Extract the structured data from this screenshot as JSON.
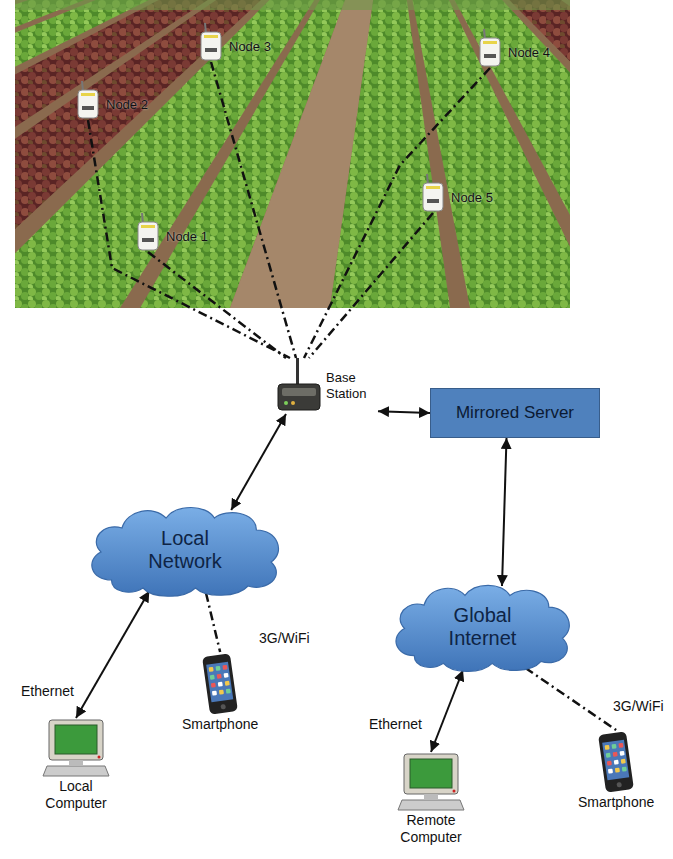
{
  "diagram": {
    "nodes": [
      {
        "text": [
          "Node 1"
        ]
      },
      {
        "text": [
          "Node 2"
        ]
      },
      {
        "text": [
          "Node 3"
        ]
      },
      {
        "text": [
          "Node 4"
        ]
      },
      {
        "text": [
          "Node 5"
        ]
      },
      {
        "text": [
          "Base Station"
        ]
      },
      {
        "text": [
          "Mirrored Server"
        ]
      },
      {
        "text": [
          "Local Network"
        ]
      },
      {
        "text": [
          "Global Internet"
        ]
      },
      {
        "text": [
          "Local Computer"
        ]
      },
      {
        "text": [
          "Smartphone"
        ]
      },
      {
        "text": [
          "Remote Computer"
        ]
      },
      {
        "text": [
          "Smartphone"
        ]
      }
    ],
    "edges": [
      {
        "from": 0,
        "to": 5,
        "arrow": "none"
      },
      {
        "from": 1,
        "to": 5,
        "arrow": "none"
      },
      {
        "from": 2,
        "to": 5,
        "arrow": "none"
      },
      {
        "from": 3,
        "to": 5,
        "arrow": "none"
      },
      {
        "from": 4,
        "to": 5,
        "arrow": "none"
      },
      {
        "from": 5,
        "to": 7,
        "arrow": "both"
      },
      {
        "from": 5,
        "to": 6,
        "arrow": "both"
      },
      {
        "from": 6,
        "to": 8,
        "arrow": "both"
      },
      {
        "from": 7,
        "to": 9,
        "label": "Ethernet",
        "arrow": "both"
      },
      {
        "from": 7,
        "to": 10,
        "label": "3G/WiFi",
        "arrow": "none"
      },
      {
        "from": 8,
        "to": 11,
        "label": "Ethernet",
        "arrow": "both"
      },
      {
        "from": 8,
        "to": 12,
        "label": "3G/WiFi",
        "arrow": "none"
      }
    ]
  }
}
